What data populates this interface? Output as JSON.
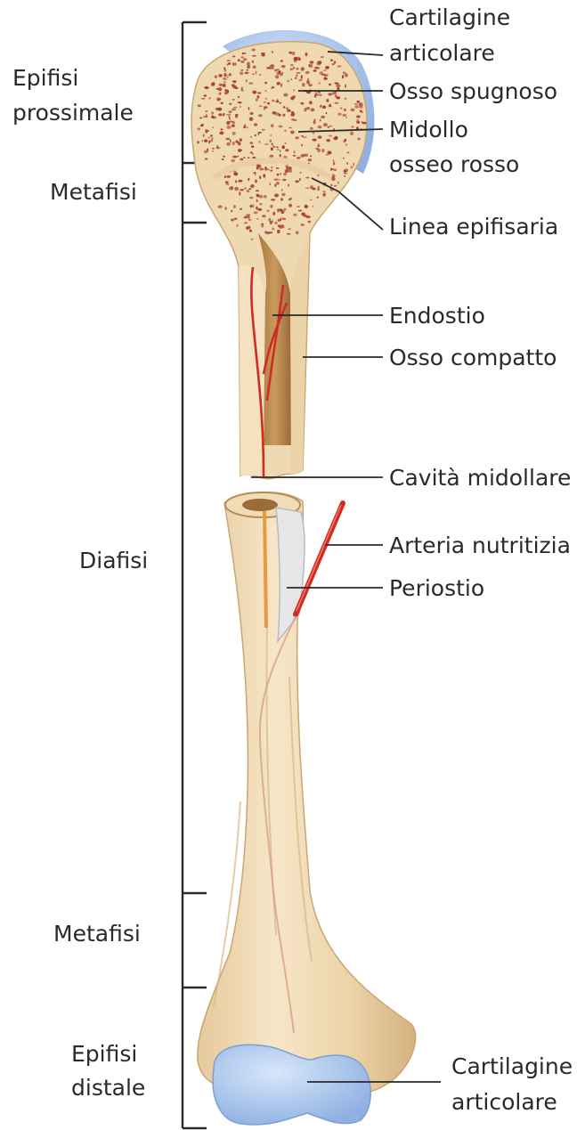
{
  "left_labels": {
    "proximal_epiphysis": [
      "Epifisi",
      "prossimale"
    ],
    "upper_metaphysis": "Metafisi",
    "diaphysis": "Diafisi",
    "lower_metaphysis": "Metafisi",
    "distal_epiphysis": [
      "Epifisi",
      "distale"
    ]
  },
  "right_labels": {
    "articular_cartilage_top": [
      "Cartilagine",
      "articolare"
    ],
    "spongy_bone": "Osso spugnoso",
    "red_marrow": [
      "Midollo",
      "osseo rosso"
    ],
    "epiphyseal_line": "Linea epifisaria",
    "endosteum": "Endostio",
    "compact_bone": "Osso compatto",
    "medullary_cavity": "Cavità midollare",
    "nutrient_artery": "Arteria nutritizia",
    "periosteum": "Periostio",
    "articular_cartilage_bottom": [
      "Cartilagine",
      "articolare"
    ]
  },
  "colors": {
    "bone": "#efd9b2",
    "bone_shadow": "#d9b98a",
    "spongy_dots": "#a3362a",
    "cartilage": "#a9c6ec",
    "artery": "#d22b22",
    "marrow_cavity": "#b98750",
    "periosteum": "#e6e6e9"
  }
}
